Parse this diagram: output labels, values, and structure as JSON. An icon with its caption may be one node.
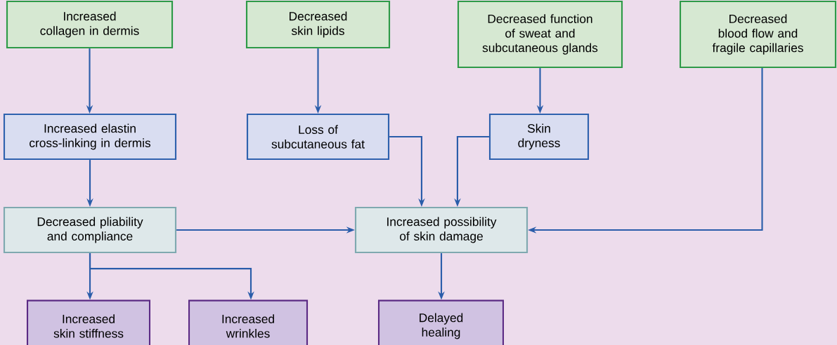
{
  "diagram": {
    "nodes": [
      {
        "text": [
          "Increased collagen in dermis"
        ]
      },
      {
        "text": [
          "Decreased skin lipids"
        ]
      },
      {
        "text": [
          "Decreased function of sweat and subcutaneous glands"
        ]
      },
      {
        "text": [
          "Decreased blood flow and fragile capillaries"
        ]
      },
      {
        "text": [
          "Increased elastin cross-linking in dermis"
        ]
      },
      {
        "text": [
          "Loss of subcutaneous fat"
        ]
      },
      {
        "text": [
          "Skin dryness"
        ]
      },
      {
        "text": [
          "Decreased pliability and compliance"
        ]
      },
      {
        "text": [
          "Increased possibility of skin damage"
        ]
      },
      {
        "text": [
          "Increased skin stiffness"
        ]
      },
      {
        "text": [
          "Increased wrinkles"
        ]
      },
      {
        "text": [
          "Delayed healing"
        ]
      }
    ],
    "edges": [
      {
        "from": 0,
        "to": 4,
        "arrow": "to"
      },
      {
        "from": 1,
        "to": 5,
        "arrow": "to"
      },
      {
        "from": 2,
        "to": 6,
        "arrow": "to"
      },
      {
        "from": 4,
        "to": 7,
        "arrow": "to"
      },
      {
        "from": 5,
        "to": 8,
        "arrow": "to"
      },
      {
        "from": 6,
        "to": 8,
        "arrow": "to"
      },
      {
        "from": 3,
        "to": 8,
        "arrow": "to"
      },
      {
        "from": 7,
        "to": 8,
        "arrow": "to"
      },
      {
        "from": 7,
        "to": 9,
        "arrow": "to"
      },
      {
        "from": 7,
        "to": 10,
        "arrow": "to"
      },
      {
        "from": 8,
        "to": 11,
        "arrow": "to"
      }
    ]
  }
}
